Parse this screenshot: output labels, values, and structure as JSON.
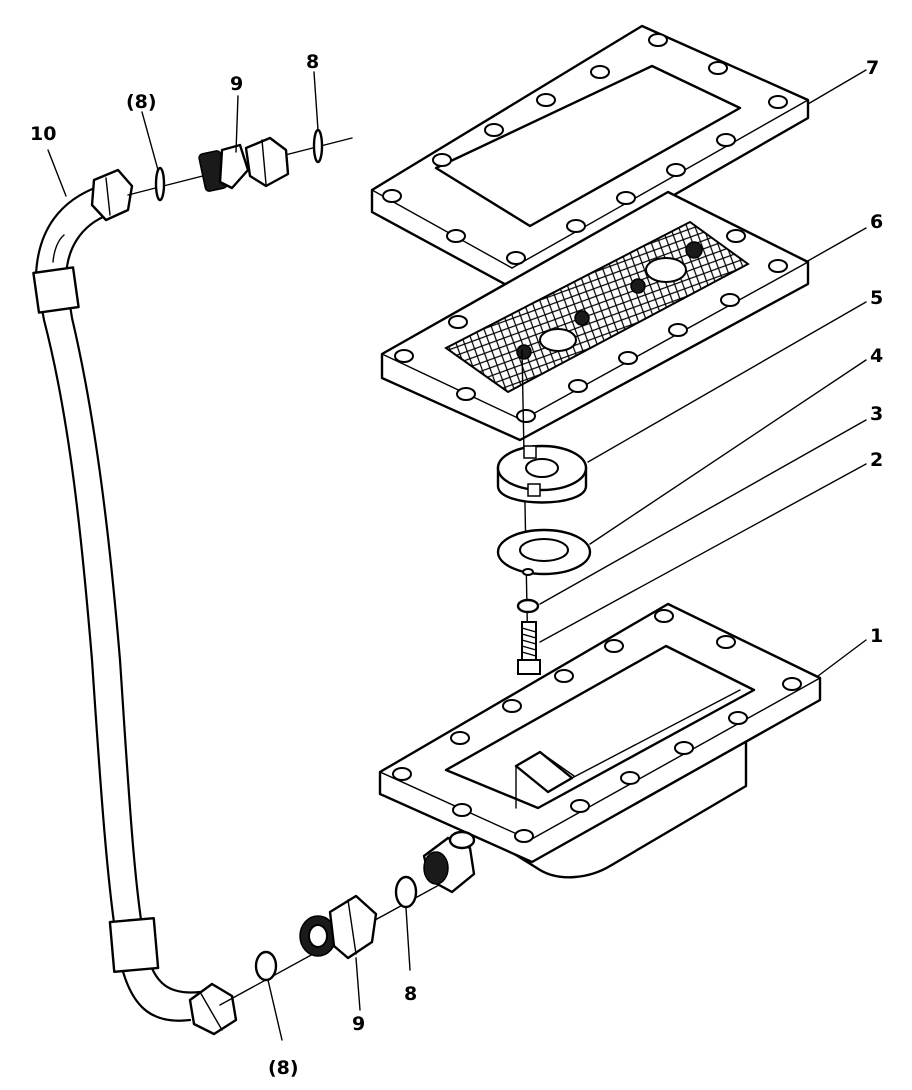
{
  "callouts": {
    "c1": "1",
    "c2": "2",
    "c3": "3",
    "c4": "4",
    "c5": "5",
    "c6": "6",
    "c7": "7",
    "c8_top": "8",
    "c8_top_paren": "(8)",
    "c9_top": "9",
    "c10": "10",
    "c8_bottom": "8",
    "c8_bottom_paren": "(8)",
    "c9_bottom": "9"
  },
  "colors": {
    "ink": "#000000",
    "paper": "#ffffff"
  }
}
